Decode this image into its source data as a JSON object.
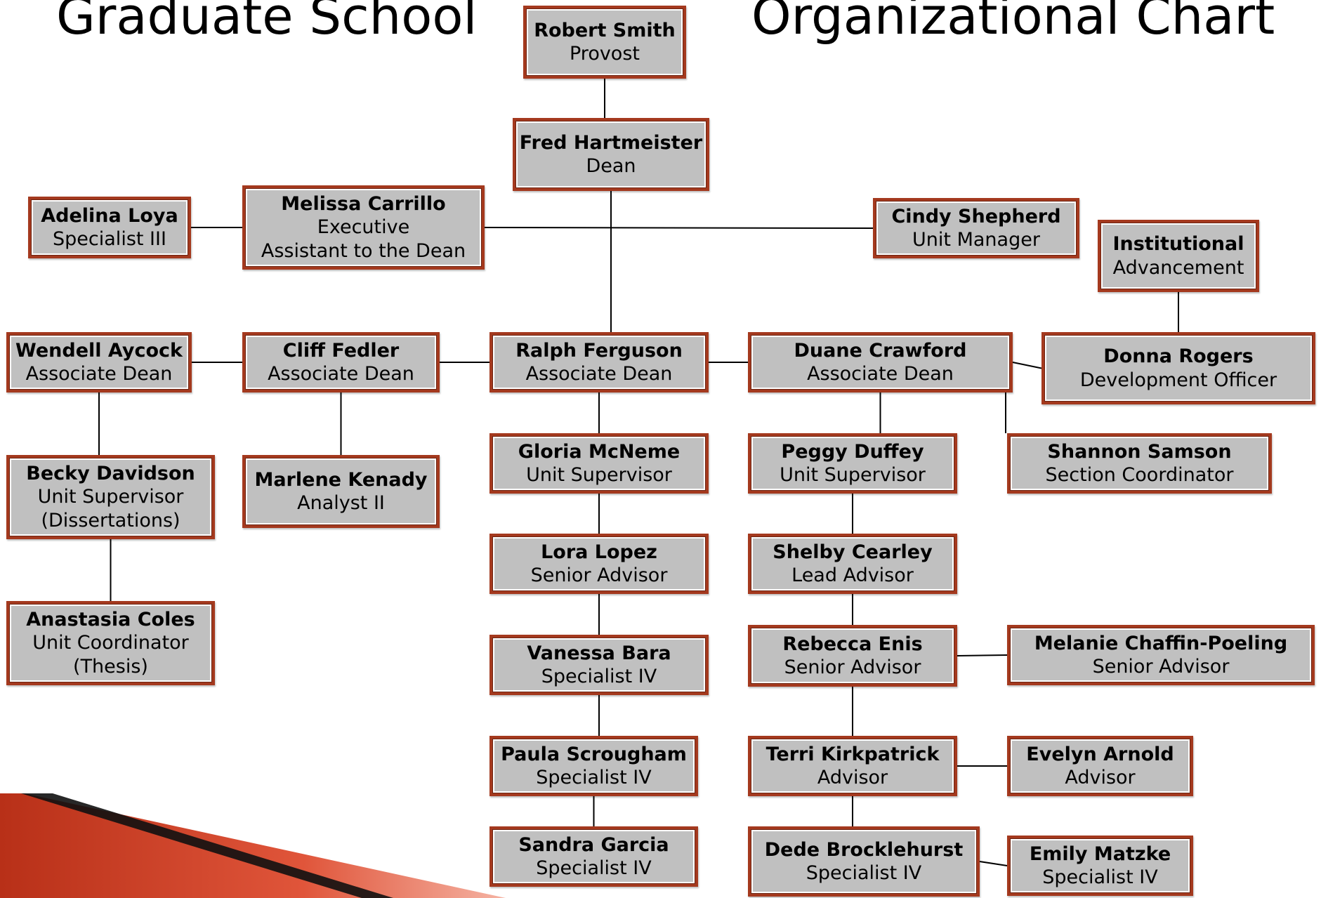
{
  "title_left": "Graduate School",
  "title_right": "Organizational Chart",
  "colors": {
    "node_border": "#a4391e",
    "node_fill": "#c0c0c0",
    "chevron": "#c43a1c"
  },
  "nodes": [
    {
      "id": "robert-smith",
      "name": "Robert Smith",
      "role": "Provost"
    },
    {
      "id": "fred-hartmeister",
      "name": "Fred Hartmeister",
      "role": "Dean"
    },
    {
      "id": "adelina-loya",
      "name": "Adelina Loya",
      "role": "Specialist III"
    },
    {
      "id": "melissa-carrillo",
      "name": "Melissa Carrillo",
      "role": "Executive",
      "role2": "Assistant to the Dean"
    },
    {
      "id": "cindy-shepherd",
      "name": "Cindy Shepherd",
      "role": "Unit Manager"
    },
    {
      "id": "institutional-advancement",
      "name": "Institutional",
      "role": "Advancement"
    },
    {
      "id": "wendell-aycock",
      "name": "Wendell Aycock",
      "role": "Associate Dean"
    },
    {
      "id": "cliff-fedler",
      "name": "Cliff Fedler",
      "role": "Associate Dean"
    },
    {
      "id": "ralph-ferguson",
      "name": "Ralph Ferguson",
      "role": "Associate Dean"
    },
    {
      "id": "duane-crawford",
      "name": "Duane Crawford",
      "role": "Associate Dean"
    },
    {
      "id": "donna-rogers",
      "name": "Donna Rogers",
      "role": "Development Officer"
    },
    {
      "id": "becky-davidson",
      "name": "Becky Davidson",
      "role": "Unit Supervisor",
      "role2": "(Dissertations)"
    },
    {
      "id": "marlene-kenady",
      "name": "Marlene Kenady",
      "role": "Analyst II"
    },
    {
      "id": "gloria-mcneme",
      "name": "Gloria McNeme",
      "role": "Unit Supervisor"
    },
    {
      "id": "peggy-duffey",
      "name": "Peggy Duffey",
      "role": "Unit Supervisor"
    },
    {
      "id": "shannon-samson",
      "name": "Shannon Samson",
      "role": "Section Coordinator"
    },
    {
      "id": "lora-lopez",
      "name": "Lora Lopez",
      "role": "Senior Advisor"
    },
    {
      "id": "shelby-cearley",
      "name": "Shelby Cearley",
      "role": "Lead Advisor"
    },
    {
      "id": "anastasia-coles",
      "name": "Anastasia Coles",
      "role": "Unit Coordinator",
      "role2": "(Thesis)"
    },
    {
      "id": "vanessa-bara",
      "name": "Vanessa Bara",
      "role": "Specialist IV"
    },
    {
      "id": "rebecca-enis",
      "name": "Rebecca Enis",
      "role": "Senior Advisor"
    },
    {
      "id": "melanie-chaffin-poeling",
      "name": "Melanie Chaffin-Poeling",
      "role": "Senior Advisor"
    },
    {
      "id": "paula-scrougham",
      "name": "Paula Scrougham",
      "role": "Specialist IV"
    },
    {
      "id": "terri-kirkpatrick",
      "name": "Terri Kirkpatrick",
      "role": "Advisor"
    },
    {
      "id": "evelyn-arnold",
      "name": "Evelyn Arnold",
      "role": "Advisor"
    },
    {
      "id": "sandra-garcia",
      "name": "Sandra Garcia",
      "role": "Specialist IV"
    },
    {
      "id": "dede-brocklehurst",
      "name": "Dede Brocklehurst",
      "role": "Specialist IV"
    },
    {
      "id": "emily-matzke",
      "name": "Emily Matzke",
      "role": "Specialist IV"
    }
  ],
  "links": [
    [
      "robert-smith",
      "fred-hartmeister"
    ],
    [
      "fred-hartmeister",
      "ralph-ferguson"
    ],
    [
      "adelina-loya",
      "melissa-carrillo"
    ],
    [
      "melissa-carrillo",
      "cindy-shepherd"
    ],
    [
      "institutional-advancement",
      "donna-rogers"
    ],
    [
      "wendell-aycock",
      "cliff-fedler"
    ],
    [
      "cliff-fedler",
      "ralph-ferguson"
    ],
    [
      "ralph-ferguson",
      "duane-crawford"
    ],
    [
      "duane-crawford",
      "donna-rogers"
    ],
    [
      "wendell-aycock",
      "becky-davidson"
    ],
    [
      "becky-davidson",
      "anastasia-coles"
    ],
    [
      "cliff-fedler",
      "marlene-kenady"
    ],
    [
      "ralph-ferguson",
      "gloria-mcneme"
    ],
    [
      "gloria-mcneme",
      "lora-lopez"
    ],
    [
      "lora-lopez",
      "vanessa-bara"
    ],
    [
      "vanessa-bara",
      "paula-scrougham"
    ],
    [
      "paula-scrougham",
      "sandra-garcia"
    ],
    [
      "duane-crawford",
      "peggy-duffey"
    ],
    [
      "duane-crawford",
      "shannon-samson"
    ],
    [
      "peggy-duffey",
      "shelby-cearley"
    ],
    [
      "shelby-cearley",
      "rebecca-enis"
    ],
    [
      "rebecca-enis",
      "melanie-chaffin-poeling"
    ],
    [
      "rebecca-enis",
      "terri-kirkpatrick"
    ],
    [
      "terri-kirkpatrick",
      "evelyn-arnold"
    ],
    [
      "terri-kirkpatrick",
      "dede-brocklehurst"
    ],
    [
      "dede-brocklehurst",
      "emily-matzke"
    ]
  ]
}
